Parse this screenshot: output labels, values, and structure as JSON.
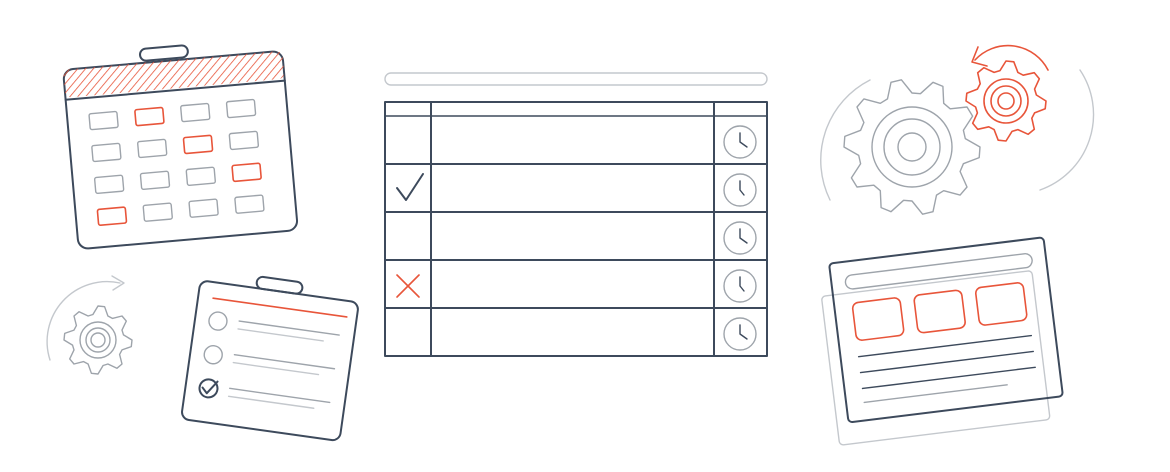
{
  "colors": {
    "ink": "#3d4a5c",
    "accent": "#e8553a",
    "gray": "#9ea4ab",
    "light_gray": "#c4c8cd",
    "background": "#ffffff"
  },
  "icons": [
    "calendar-icon",
    "schedule-table-icon",
    "checkmark-icon",
    "cross-icon",
    "clock-icon",
    "gear-icon",
    "clipboard-checklist-icon",
    "dashboard-card-icon",
    "refresh-arrow-icon"
  ],
  "schedule": {
    "rows": [
      {
        "status": "none"
      },
      {
        "status": "done"
      },
      {
        "status": "none"
      },
      {
        "status": "failed"
      },
      {
        "status": "none"
      }
    ]
  },
  "checklist": {
    "items": [
      {
        "checked": false
      },
      {
        "checked": false
      },
      {
        "checked": true
      }
    ]
  },
  "calendar": {
    "highlighted_cells": [
      1,
      6,
      11,
      12
    ]
  }
}
